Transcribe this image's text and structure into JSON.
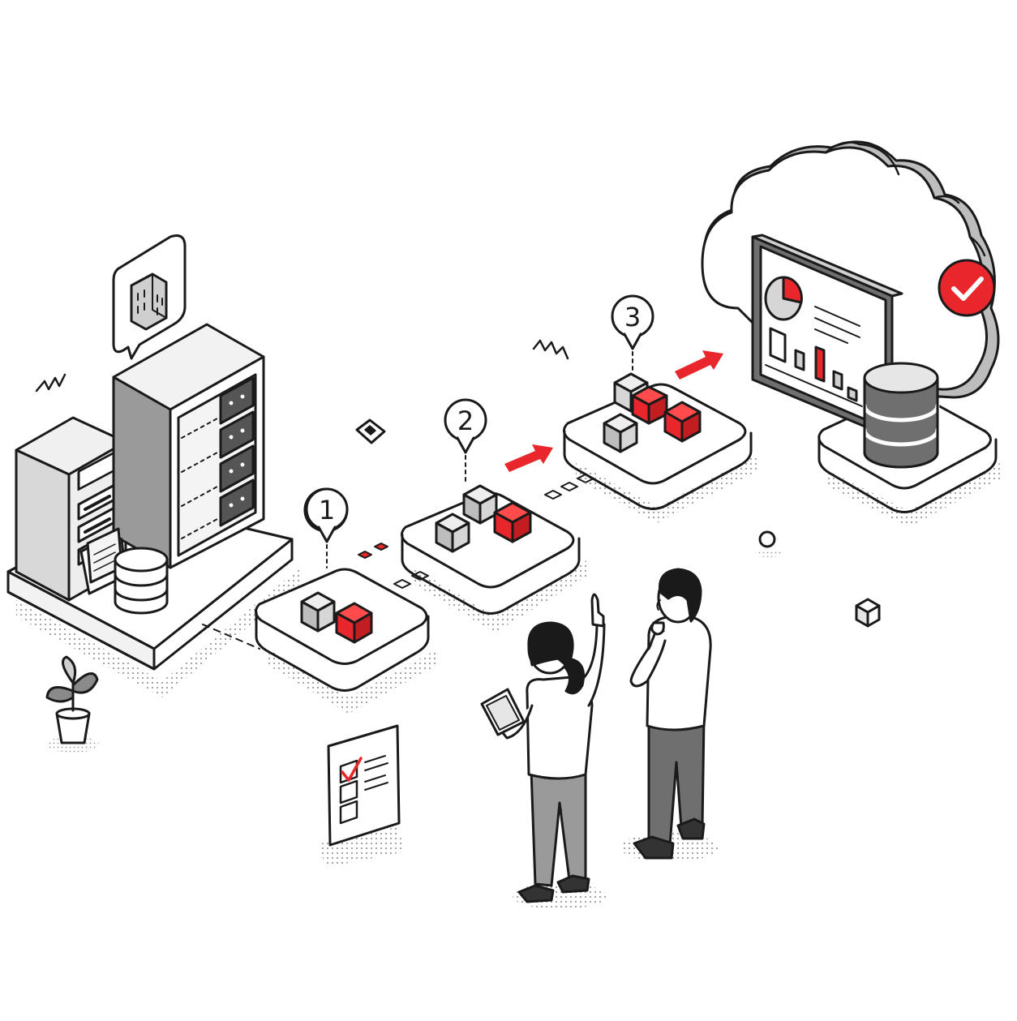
{
  "diagram": {
    "type": "isometric-migration-illustration",
    "colors": {
      "accent": "#e8262b",
      "ink": "#1a1a1a",
      "light_gray": "#e6e6e6",
      "mid_gray": "#bdbdbd",
      "dark_gray": "#6f6f6f",
      "paper": "#ffffff"
    },
    "steps": [
      {
        "number": "1"
      },
      {
        "number": "2"
      },
      {
        "number": "3"
      }
    ],
    "source": {
      "icon": "building-icon",
      "components": [
        "server-rack-small",
        "server-rack-tall",
        "database-icon",
        "folder-icon"
      ]
    },
    "destination": {
      "icon": "cloud-icon",
      "components": [
        "monitor-dashboard",
        "database-icon",
        "check-badge-icon"
      ]
    },
    "people": [
      "woman-with-tablet-pointing",
      "man-thinking"
    ],
    "decor": [
      "plant-icon",
      "checklist-icon",
      "cube-icon",
      "zigzag-icon",
      "diamond-icon",
      "circle-icon"
    ]
  }
}
